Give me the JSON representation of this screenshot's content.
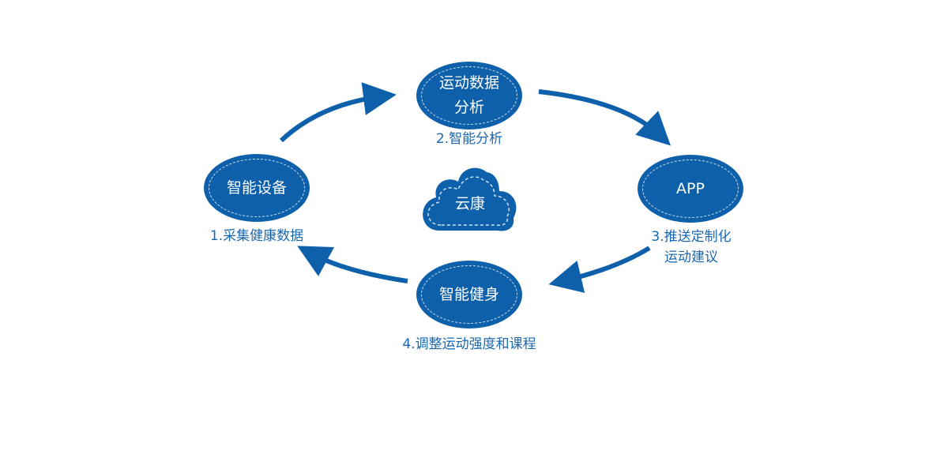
{
  "colors": {
    "primary": "#0f60ab",
    "caption": "#1a67b0",
    "dash": "#cfe1f4"
  },
  "center": {
    "label": "云康"
  },
  "nodes": {
    "analysis": {
      "line1": "运动数据",
      "line2": "分析",
      "caption": "2.智能分析"
    },
    "device": {
      "label": "智能设备",
      "caption": "1.采集健康数据"
    },
    "app": {
      "label": "APP",
      "caption_line1": "3.推送定制化",
      "caption_line2": "运动建议"
    },
    "fitness": {
      "label": "智能健身",
      "caption": "4.调整运动强度和课程"
    }
  }
}
